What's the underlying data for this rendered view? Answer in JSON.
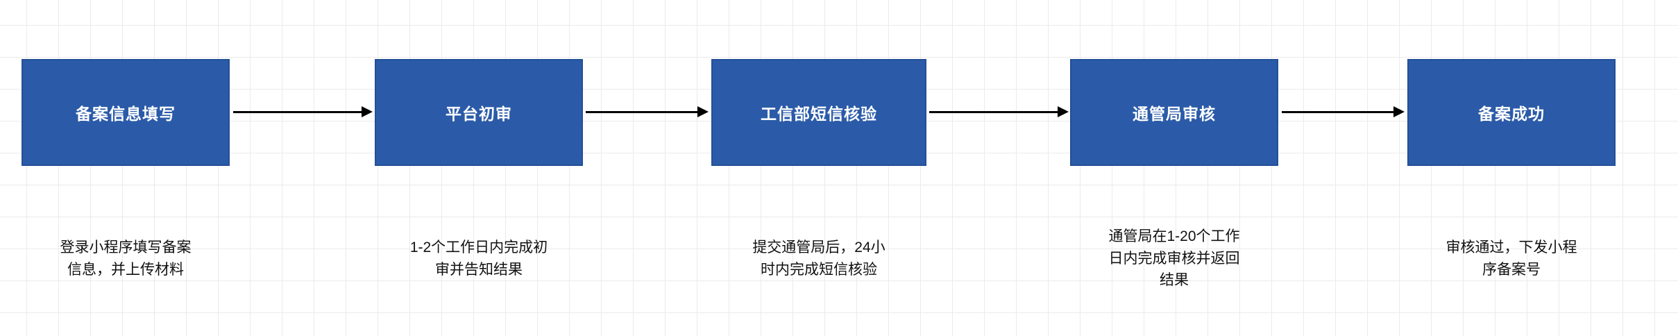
{
  "canvas": {
    "background": "#ffffff",
    "grid_color": "#ebebeb"
  },
  "flow": {
    "box_fill": "#2b5ba8",
    "box_border": "#234f97",
    "box_text_color": "#ffffff",
    "arrow_color": "#000000",
    "steps": [
      {
        "label": "备案信息填写",
        "description": "登录小程序填写备案\n信息，并上传材料"
      },
      {
        "label": "平台初审",
        "description": "1-2个工作日内完成初\n审并告知结果"
      },
      {
        "label": "工信部短信核验",
        "description": "提交通管局后，24小\n时内完成短信核验"
      },
      {
        "label": "通管局审核",
        "description": "通管局在1-20个工作\n日内完成审核并返回\n结果"
      },
      {
        "label": "备案成功",
        "description": "审核通过，下发小程\n序备案号"
      }
    ]
  }
}
